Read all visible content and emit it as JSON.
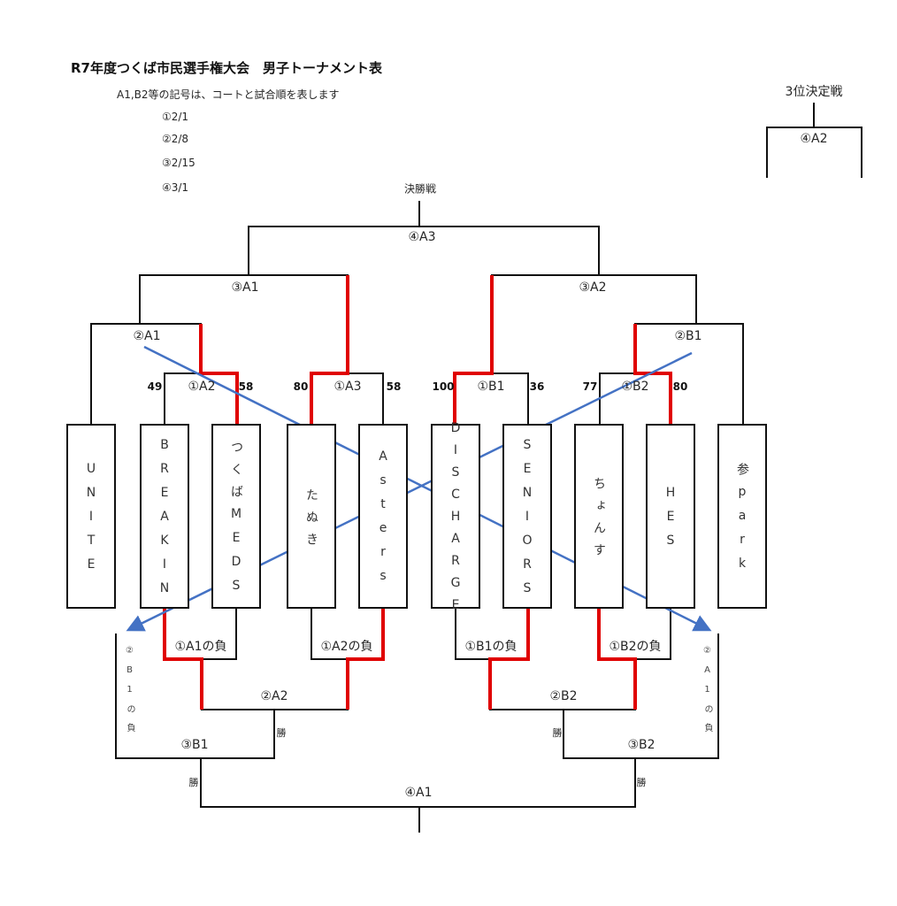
{
  "header": {
    "title": "R7年度つくば市民選手権大会　男子トーナメント表",
    "note": "A1,B2等の記号は、コートと試合順を表します",
    "schedule": [
      "①2/1",
      "②2/8",
      "③2/15",
      "④3/1"
    ]
  },
  "final": {
    "heading": "決勝戦",
    "match": "④A3"
  },
  "third_place": {
    "heading": "3位決定戦",
    "match": "④A2"
  },
  "teams": [
    {
      "name": "UNITE"
    },
    {
      "name": "BREAKIN"
    },
    {
      "name": "つくばMEDS"
    },
    {
      "name": "たぬき"
    },
    {
      "name": "Asters"
    },
    {
      "name": "DISCHARGE"
    },
    {
      "name": "SENIORS"
    },
    {
      "name": "ちょんす"
    },
    {
      "name": "HES"
    },
    {
      "name": "参park"
    }
  ],
  "main_bracket": {
    "semifinals": [
      "③A1",
      "③A2"
    ],
    "second_round": [
      "②A1",
      "②B1"
    ],
    "first_round": [
      {
        "match": "①A2",
        "teams": [
          "BREAKIN",
          "つくばMEDS"
        ],
        "scores": [
          "49",
          "58"
        ],
        "winner": "つくばMEDS"
      },
      {
        "match": "①A3",
        "teams": [
          "たぬき",
          "Asters"
        ],
        "scores": [
          "80",
          "58"
        ],
        "winner": "たぬき"
      },
      {
        "match": "①B1",
        "teams": [
          "DISCHARGE",
          "SENIORS"
        ],
        "scores": [
          "100",
          "36"
        ],
        "winner": "DISCHARGE"
      },
      {
        "match": "①B2",
        "teams": [
          "ちょんす",
          "HES"
        ],
        "scores": [
          "77",
          "80"
        ],
        "winner": "HES"
      }
    ]
  },
  "consolation": {
    "loser_labels": [
      "①A1の負",
      "①A2の負",
      "①B1の負",
      "①B2の負"
    ],
    "second_round": [
      "②A2",
      "②B2"
    ],
    "third_round": [
      "③B1",
      "③B2"
    ],
    "side_entries": [
      "②B1の負",
      "②A1の負"
    ],
    "winner_mark": "勝",
    "final": "④A1",
    "advancing": [
      "BREAKIN",
      "Asters",
      "SENIORS",
      "ちょんす"
    ]
  },
  "colors": {
    "line": "#111111",
    "winner_path": "#e00000",
    "loser_arrow": "#4472c4"
  }
}
